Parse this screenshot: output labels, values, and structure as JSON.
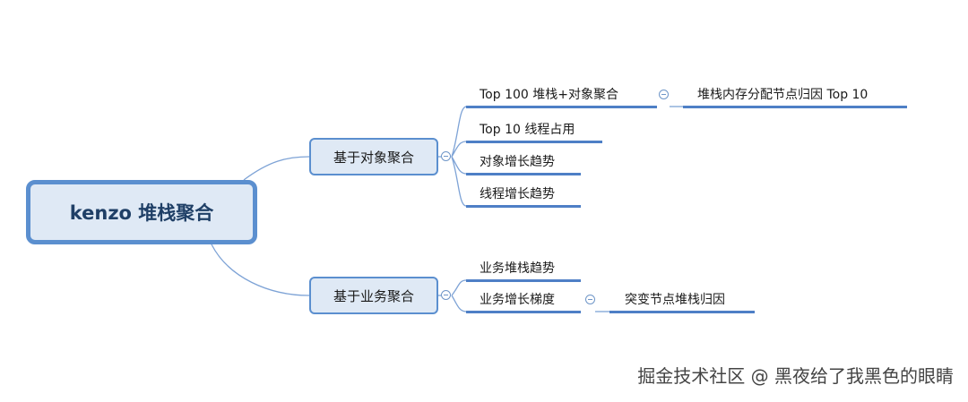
{
  "mindmap": {
    "root": "kenzo 堆栈聚合",
    "branches": [
      {
        "label": "基于对象聚合",
        "children": [
          {
            "label": "Top 100 堆栈+对象聚合",
            "children": [
              {
                "label": "堆栈内存分配节点归因 Top 10"
              }
            ]
          },
          {
            "label": "Top 10 线程占用"
          },
          {
            "label": "对象增长趋势"
          },
          {
            "label": "线程增长趋势"
          }
        ]
      },
      {
        "label": "基于业务聚合",
        "children": [
          {
            "label": "业务堆栈趋势"
          },
          {
            "label": "业务增长梯度",
            "children": [
              {
                "label": "突变节点堆栈归因"
              }
            ]
          }
        ]
      }
    ]
  },
  "watermark": "掘金技术社区 @ 黑夜给了我黑色的眼睛",
  "colors": {
    "node_fill": "#dfe9f5",
    "node_border": "#5b8fcf",
    "connector": "#7ea3d6",
    "underline": "#4e7fc6"
  }
}
